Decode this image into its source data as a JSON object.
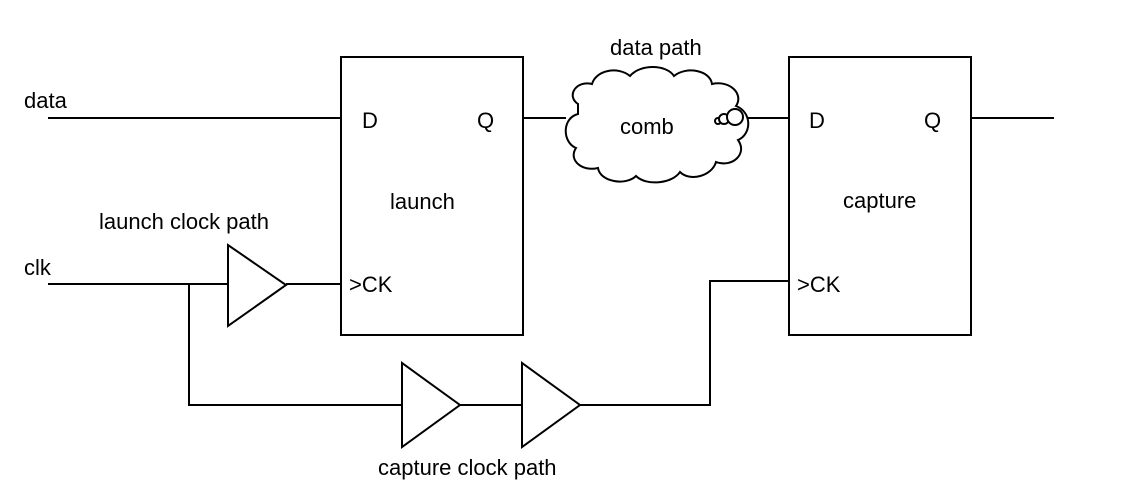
{
  "labels": {
    "data_input": "data",
    "clk_input": "clk",
    "data_path": "data path",
    "comb": "comb",
    "launch_clock_path": "launch clock path",
    "capture_clock_path": "capture clock path"
  },
  "launch_flop": {
    "name": "launch",
    "d_pin": "D",
    "q_pin": "Q",
    "ck_pin": ">CK"
  },
  "capture_flop": {
    "name": "capture",
    "d_pin": "D",
    "q_pin": "Q",
    "ck_pin": ">CK"
  }
}
